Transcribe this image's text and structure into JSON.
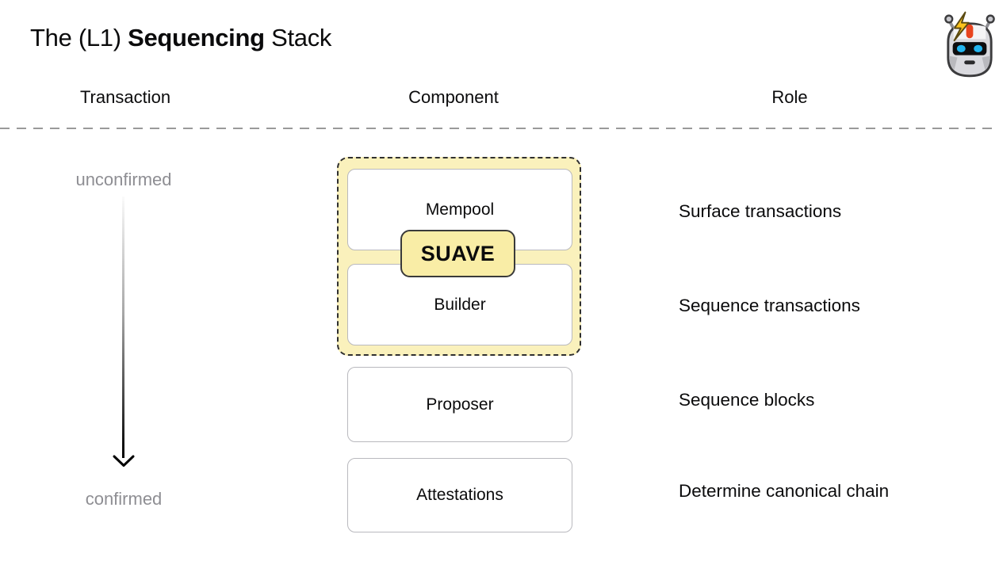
{
  "title": {
    "prefix": "The (L1) ",
    "emphasis": "Sequencing",
    "suffix": " Stack"
  },
  "column_headers": [
    "Transaction",
    "Component",
    "Role"
  ],
  "flow": {
    "start_label": "unconfirmed",
    "end_label": "confirmed"
  },
  "suave_badge_label": "SUAVE",
  "components": [
    {
      "label": "Mempool",
      "role": "Surface transactions",
      "in_suave_group": true
    },
    {
      "label": "Builder",
      "role": "Sequence transactions",
      "in_suave_group": true
    },
    {
      "label": "Proposer",
      "role": "Sequence blocks",
      "in_suave_group": false
    },
    {
      "label": "Attestations",
      "role": "Determine canonical chain",
      "in_suave_group": false
    }
  ],
  "icons": {
    "top_right": "robot-icon"
  },
  "colors": {
    "suave_group_fill": "#FAF1BC",
    "suave_badge_fill": "#F9EDA6",
    "dashed_border_dark": "#2F2F2F",
    "box_border": "#B9B9BE",
    "muted_text": "#8E8E93",
    "separator": "#9A9A9A",
    "text": "#0B0B0C",
    "arrow_gradient_end": "#000000"
  }
}
